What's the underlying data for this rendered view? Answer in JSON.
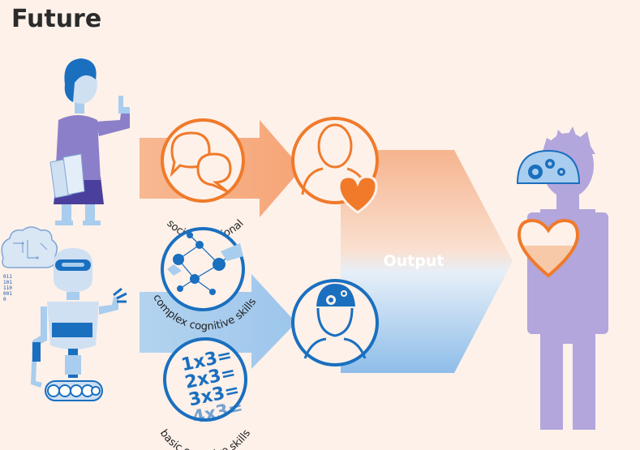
{
  "title": "Future",
  "labels": {
    "social_emotional": "social-emotional",
    "complex_cognitive": "complex cognitive skills",
    "basic_cognitive": "basic cognitive skills",
    "output": "Output"
  },
  "math_lines": [
    "1x3=",
    "2x3=",
    "3x3=",
    "4x3="
  ],
  "binary_lines": [
    "011",
    "101",
    "110",
    "001",
    "0"
  ],
  "colors": {
    "background": "#fdf1ea",
    "orange": "#f07a2a",
    "light_orange": "#f6b48e",
    "blue": "#1a6fbf",
    "light_blue": "#a9cdee",
    "lavender": "#b2a6dc"
  }
}
